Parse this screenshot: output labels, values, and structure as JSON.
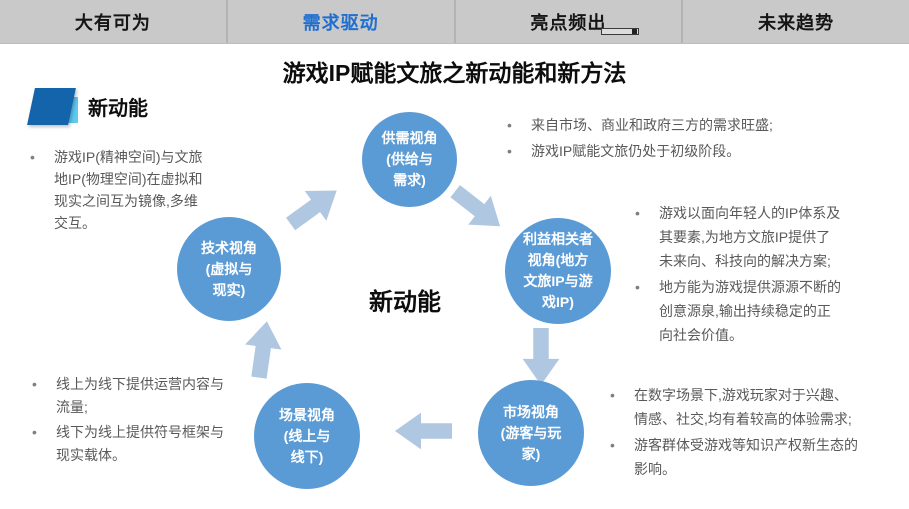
{
  "nav": {
    "tabs": [
      {
        "label": "大有可为",
        "active": false
      },
      {
        "label": "需求驱动",
        "active": true
      },
      {
        "label": "亮点频出",
        "active": false
      },
      {
        "label": "未来趋势",
        "active": false
      }
    ]
  },
  "title": "游戏IP赋能文旅之新动能和新方法",
  "section": {
    "heading": "新动能"
  },
  "diagram": {
    "center_label": "新动能",
    "circles": [
      {
        "name": "supply-demand",
        "lines": [
          "供需视角",
          "(供给与",
          "需求)"
        ]
      },
      {
        "name": "stakeholders",
        "lines": [
          "利益相关者",
          "视角(地方",
          "文旅IP与游",
          "戏IP)"
        ]
      },
      {
        "name": "market",
        "lines": [
          "市场视角",
          "(游客与玩",
          "家)"
        ]
      },
      {
        "name": "scene",
        "lines": [
          "场景视角",
          "(线上与",
          "线下)"
        ]
      },
      {
        "name": "technology",
        "lines": [
          "技术视角",
          "(虚拟与",
          "现实)"
        ]
      }
    ],
    "arrows": [
      "tech-to-supply",
      "supply-to-stakeholders",
      "stakeholders-to-market",
      "market-to-scene",
      "scene-to-tech"
    ]
  },
  "notes": {
    "left_top": {
      "items": [
        {
          "lines": [
            "游戏IP(精神空间)与文旅",
            "地IP(物理空间)在虚拟和",
            "现实之间互为镜像,多维",
            "交互。"
          ]
        }
      ]
    },
    "right_top": {
      "items": [
        {
          "lines": [
            "来自市场、商业和政府三方的需求旺盛;"
          ]
        },
        {
          "lines": [
            "游戏IP赋能文旅仍处于初级阶段。"
          ]
        }
      ]
    },
    "right_middle": {
      "items": [
        {
          "lines": [
            "游戏以面向年轻人的IP体系及",
            "其要素,为地方文旅IP提供了",
            "未来向、科技向的解决方案;"
          ]
        },
        {
          "lines": [
            "地方能为游戏提供源源不断的",
            "创意源泉,输出持续稳定的正",
            "向社会价值。"
          ]
        }
      ]
    },
    "right_bottom": {
      "items": [
        {
          "lines": [
            "在数字场景下,游戏玩家对于兴趣、",
            "情感、社交,均有着较高的体验需求;"
          ]
        },
        {
          "lines": [
            "游客群体受游戏等知识产权新生态的",
            "影响。"
          ]
        }
      ]
    },
    "left_bottom": {
      "items": [
        {
          "lines": [
            "线上为线下提供运营内容与",
            "流量;"
          ]
        },
        {
          "lines": [
            "线下为线上提供符号框架与",
            "现实载体。"
          ]
        }
      ]
    }
  },
  "colors": {
    "accent_blue": "#1f6fd0",
    "circle_blue": "#5b9bd5",
    "arrow_blue": "#b0c7e2",
    "nav_bg": "#c9c9c9",
    "body_text": "#595959",
    "icon_dark_blue": "#1464ac",
    "icon_light_blue": "#5fc9f1"
  }
}
